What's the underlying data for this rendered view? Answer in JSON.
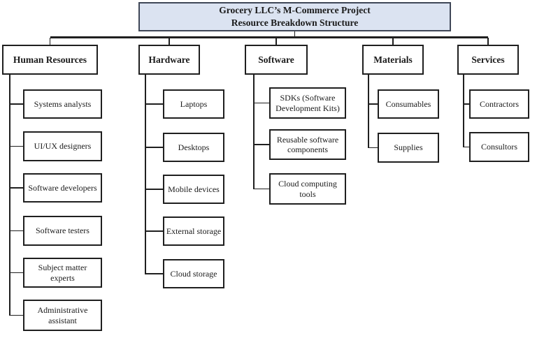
{
  "title": {
    "line1": "Grocery LLC’s M-Commerce Project",
    "line2": "Resource Breakdown Structure"
  },
  "colors": {
    "title_fill": "#dbe3f1",
    "title_border": "#3f4757",
    "box_fill": "#ffffff",
    "box_border": "#1f1f1f",
    "connector_line": "#1f1f1f",
    "text": "#1a1a1a",
    "background": "#ffffff"
  },
  "categories": [
    {
      "label": "Human Resources",
      "items": [
        "Systems analysts",
        "UI/UX designers",
        "Software developers",
        "Software testers",
        "Subject matter experts",
        "Administrative assistant"
      ]
    },
    {
      "label": "Hardware",
      "items": [
        "Laptops",
        "Desktops",
        "Mobile devices",
        "External storage",
        "Cloud storage"
      ]
    },
    {
      "label": "Software",
      "items": [
        "SDKs (Software Development Kits)",
        "Reusable software components",
        "Cloud computing tools"
      ]
    },
    {
      "label": "Materials",
      "items": [
        "Consumables",
        "Supplies"
      ]
    },
    {
      "label": "Services",
      "items": [
        "Contractors",
        "Consultors"
      ]
    }
  ]
}
